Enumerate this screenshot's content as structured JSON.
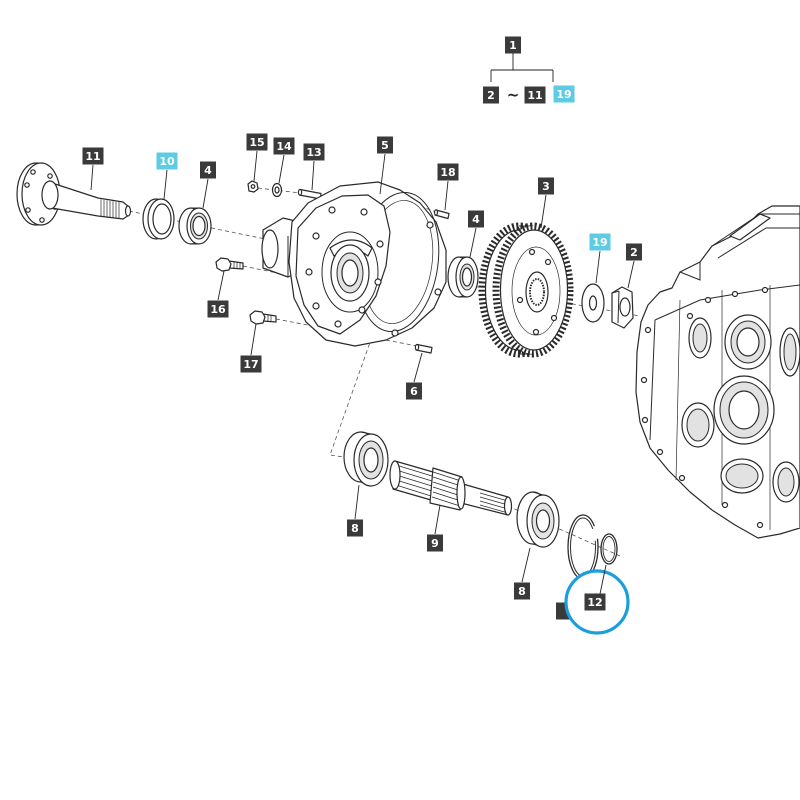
{
  "legend": {
    "parent": {
      "label": "1"
    },
    "range_start": {
      "label": "2"
    },
    "separator": "~",
    "range_end": {
      "label": "11"
    },
    "extra": {
      "label": "19",
      "highlighted": true
    }
  },
  "callouts": [
    {
      "label": "11"
    },
    {
      "label": "10",
      "highlighted": true
    },
    {
      "label": "4"
    },
    {
      "label": "15"
    },
    {
      "label": "14"
    },
    {
      "label": "13"
    },
    {
      "label": "5"
    },
    {
      "label": "18"
    },
    {
      "label": "3"
    },
    {
      "label": "4"
    },
    {
      "label": "19",
      "highlighted": true
    },
    {
      "label": "2"
    },
    {
      "label": "16"
    },
    {
      "label": "17"
    },
    {
      "label": "6"
    },
    {
      "label": "8"
    },
    {
      "label": "9"
    },
    {
      "label": "8"
    },
    {
      "label": "12",
      "circled": true
    }
  ],
  "colors": {
    "callout": "#3a3a3a",
    "callout_highlight": "#5ccbe3",
    "callout_text": "#ffffff",
    "focus_ring": "#1a9fdc",
    "linework": "#2a2a2a"
  }
}
